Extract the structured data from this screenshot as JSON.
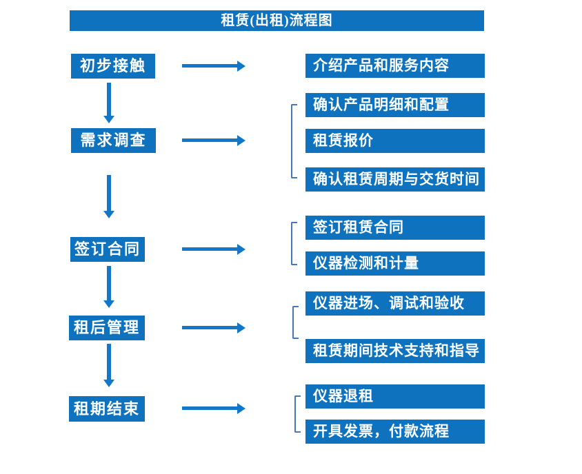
{
  "title": "租赁(出租)流程图",
  "colors": {
    "box_blue": "#0e72be",
    "arrow_blue": "#1277c8",
    "bracket_blue": "#4678b8",
    "text_white": "#ffffff"
  },
  "steps": [
    {
      "label": "初步接触",
      "outputs": [
        "介绍产品和服务内容"
      ]
    },
    {
      "label": "需求调查",
      "outputs": [
        "确认产品明细和配置",
        "租赁报价",
        "确认租赁周期与交货时间"
      ]
    },
    {
      "label": "签订合同",
      "outputs": [
        "签订租赁合同",
        "仪器检测和计量"
      ]
    },
    {
      "label": "租后管理",
      "outputs": [
        "仪器进场、调试和验收",
        "租赁期间技术支持和指导"
      ]
    },
    {
      "label": "租期结束",
      "outputs": [
        "仪器退租",
        "开具发票，付款流程"
      ]
    }
  ]
}
